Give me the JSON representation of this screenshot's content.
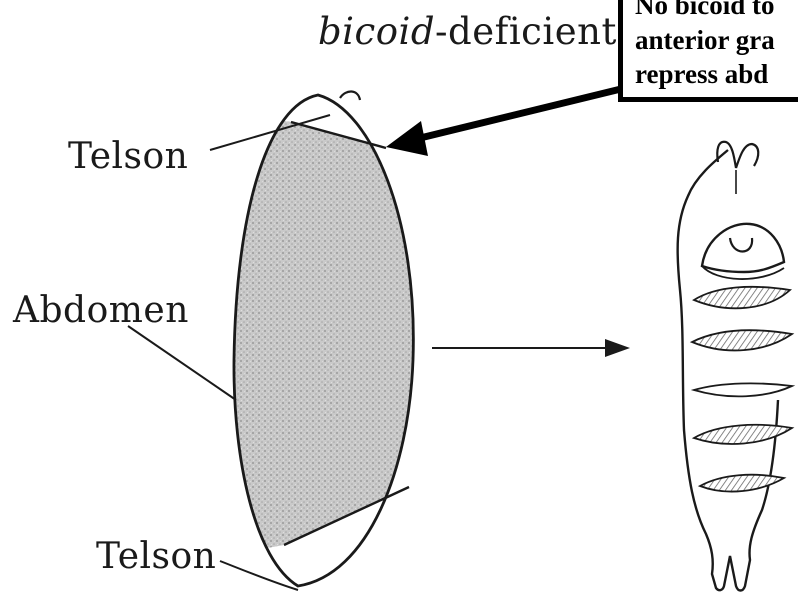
{
  "title": {
    "italic": "bicoid",
    "rest": "-deficient"
  },
  "labels": {
    "telson_top": "Telson",
    "abdomen": "Abdomen",
    "telson_bottom": "Telson"
  },
  "callout": {
    "lines": [
      "No bicoid to",
      "anterior gra",
      "repress abd"
    ]
  },
  "colors": {
    "ink": "#1a1a1a",
    "shaded_region": "#c6c6c6",
    "callout_border": "#000000"
  }
}
